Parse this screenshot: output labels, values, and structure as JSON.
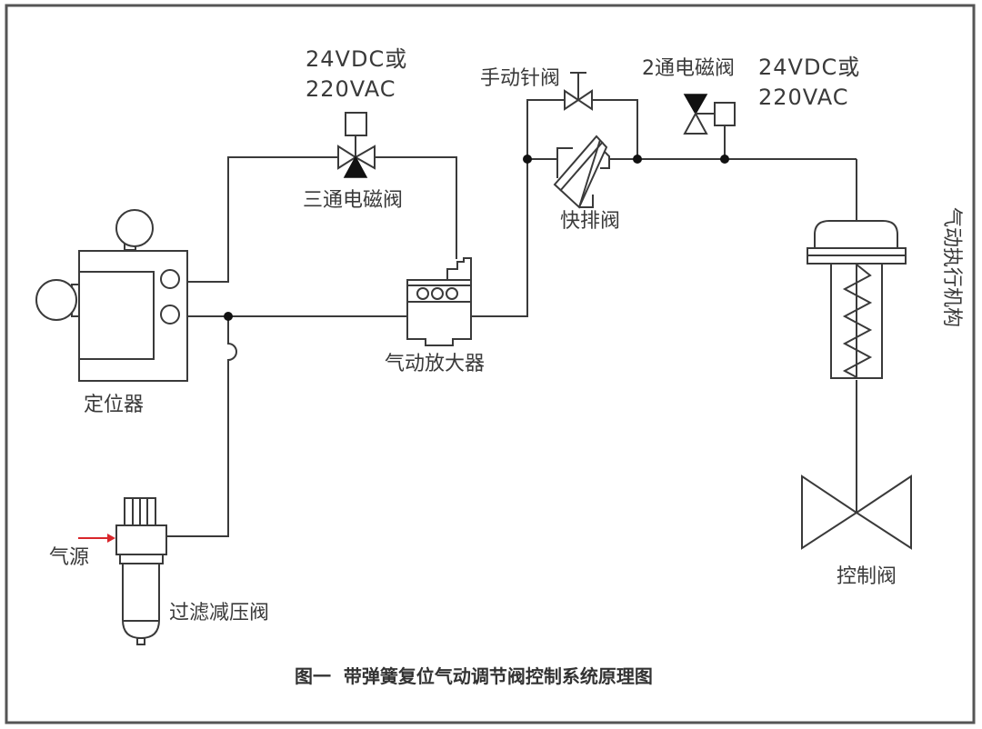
{
  "diagram": {
    "caption": "图一  带弹簧复位气动调节阀控制系统原理图",
    "colors": {
      "line": "#3a3a3a",
      "air_arrow": "#d9262b",
      "background": "#ffffff"
    },
    "components": {
      "positioner": {
        "label": "定位器"
      },
      "three_way_solenoid": {
        "label": "三通电磁阀",
        "voltage_line1": "24VDC或",
        "voltage_line2": "220VAC"
      },
      "pneumatic_amplifier": {
        "label": "气动放大器"
      },
      "manual_needle_valve": {
        "label": "手动针阀"
      },
      "quick_exhaust_valve": {
        "label": "快排阀"
      },
      "two_way_solenoid": {
        "label": "2通电磁阀",
        "voltage_line1": "24VDC或",
        "voltage_line2": "220VAC"
      },
      "actuator": {
        "label": "气动执行机构"
      },
      "control_valve": {
        "label": "控制阀"
      },
      "air_source": {
        "label": "气源"
      },
      "filter_regulator": {
        "label": "过滤减压阀"
      }
    }
  }
}
